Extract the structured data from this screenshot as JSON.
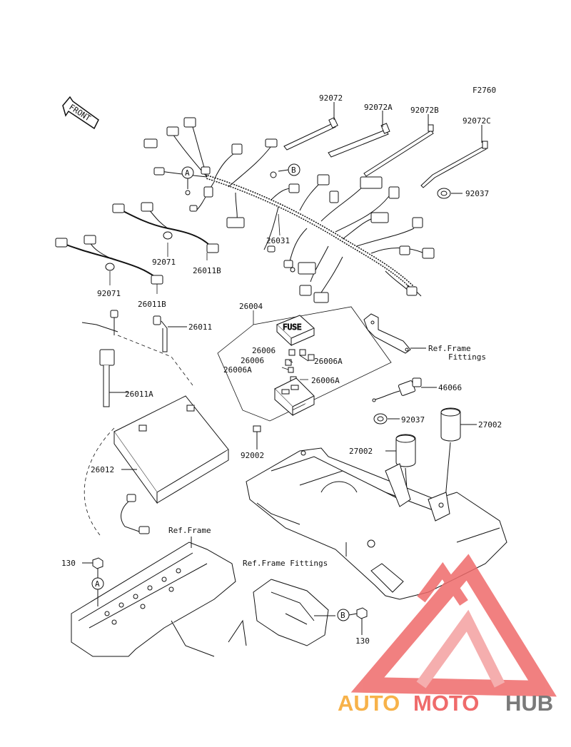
{
  "figure_code": "F2760",
  "front_arrow_text": "FRONT",
  "callout_a": "A",
  "callout_b": "B",
  "parts": {
    "p92072": "92072",
    "p92072A": "92072A",
    "p92072B": "92072B",
    "p92072C": "92072C",
    "p92037_top": "92037",
    "p26031": "26031",
    "p92071_a": "92071",
    "p92071_b": "92071",
    "p26011B_a": "26011B",
    "p26011B_b": "26011B",
    "p26011": "26011",
    "p26004": "26004",
    "p26006_a": "26006",
    "p26006_b": "26006",
    "p26006A_a": "26006A",
    "p26006A_b": "26006A",
    "p26006A_c": "26006A",
    "p26011A": "26011A",
    "p26012": "26012",
    "p46066": "46066",
    "p92037_mid": "92037",
    "p27002_a": "27002",
    "p27002_b": "27002",
    "p92002": "92002",
    "p130_a": "130",
    "p130_b": "130"
  },
  "refs": {
    "ref_frame_fittings_1a": "Ref.Frame",
    "ref_frame_fittings_1b": "Fittings",
    "ref_frame": "Ref.Frame",
    "ref_frame_fittings_2": "Ref.Frame Fittings"
  },
  "fuse_box_text": "FUSE",
  "watermark": {
    "part1": "AUTO",
    "part2": "MOTO",
    "part3": "HUB",
    "red": "#ef6b6b",
    "light_red": "#f4a0a0",
    "orange": "#f7b24a",
    "grey": "#7a7a7a"
  }
}
